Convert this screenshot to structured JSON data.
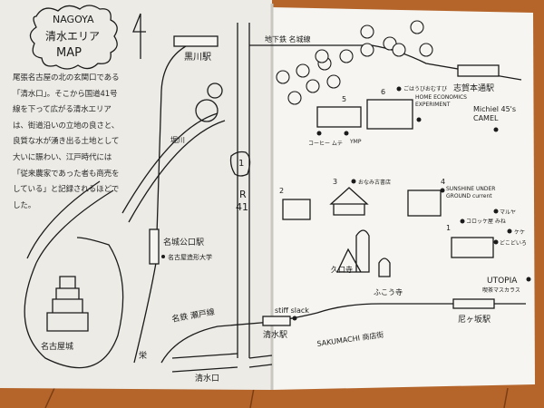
{
  "title": {
    "line1": "NAGOYA",
    "line2": "清水エリア",
    "line3": "MAP"
  },
  "intro_text": "尾張名古屋の北の玄関口である「清水口」。そこから国道41号線を下って広がる清水エリアは、街道沿いの立地の良さと、良質な水が湧き出る土地として大いに賑わい、江戸時代には「従来農家であった者も商売をしている」と記録されるほどでした。",
  "colors": {
    "wood": "#b5652a",
    "paper": "#f4f3ef",
    "ink": "#1b1b1b"
  },
  "stations": {
    "kurokawa": "黒川駅",
    "meijokoen": "名城公口駅",
    "shimizu": "清水駅",
    "amagasaka": "尼ヶ坂駅",
    "shigahondori": "志賀本通駅"
  },
  "lines": {
    "meijo": "地下鉄 名城線",
    "seto": "名鉄 瀬戸線",
    "sakae": "栄"
  },
  "roads": {
    "r1": "1",
    "r41": "R\n41",
    "r_label": "R",
    "r_num": "41",
    "shimizuguchi": "清水口"
  },
  "river": "堀川",
  "castle": "名古屋城",
  "shotengai": "SAKUMACHI 商店街",
  "temples": {
    "kuchiji": "久口寺",
    "fukouji": "ふこう寺"
  },
  "spots": [
    {
      "num": "5",
      "names": [
        "コーヒー ムテ",
        "YMP"
      ]
    },
    {
      "num": "6",
      "names": [
        "ごはうびおむすび",
        "HOME ECONOMICS EXPERIMENT"
      ]
    },
    {
      "num": "3",
      "names": [
        "おなみ古書店"
      ]
    },
    {
      "num": "4",
      "names": [
        "SUNSHINE UNDER GROUND current"
      ]
    },
    {
      "num": "2",
      "names": []
    },
    {
      "num": "1",
      "names": [
        "コロッケ屋 みね",
        "マルヤ",
        "ケケ",
        "どこどいろ"
      ]
    }
  ],
  "other_spots": {
    "camel": "Michiel 45's CAMEL",
    "utopia": "UTOPIA",
    "utopia_sub": "喫茶マスカラス",
    "stiff": "stiff slack",
    "zokei": "名古屋造形大学"
  }
}
